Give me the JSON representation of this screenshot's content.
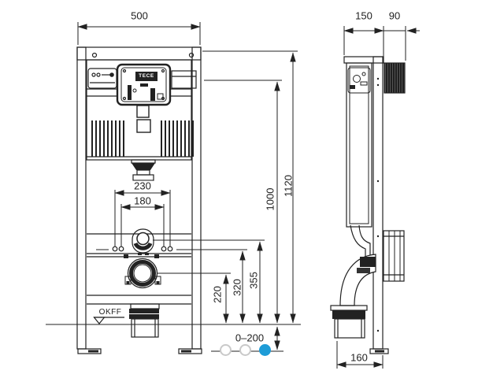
{
  "drawing": {
    "brand_logo": "TECE",
    "floor_level_label": "OKFF",
    "dimensions": {
      "frame_width": "500",
      "frame_depth": "150",
      "front_protrusion": "90",
      "fixing_spacing_outer": "230",
      "fixing_spacing_inner": "180",
      "frame_height": "1120",
      "inner_height": "1000",
      "flush_bend_center_height": "355",
      "fixing_height": "320",
      "drain_center_height": "220",
      "floor_adjustment_range": "0–200",
      "drain_offset_depth": "160"
    }
  },
  "gallery": {
    "dots": [
      "inactive",
      "inactive",
      "active"
    ]
  },
  "colors": {
    "line": "#222222",
    "accent_blue": "#1e9cd7",
    "dot_inactive_border": "#c9c9c9",
    "background": "#ffffff"
  }
}
